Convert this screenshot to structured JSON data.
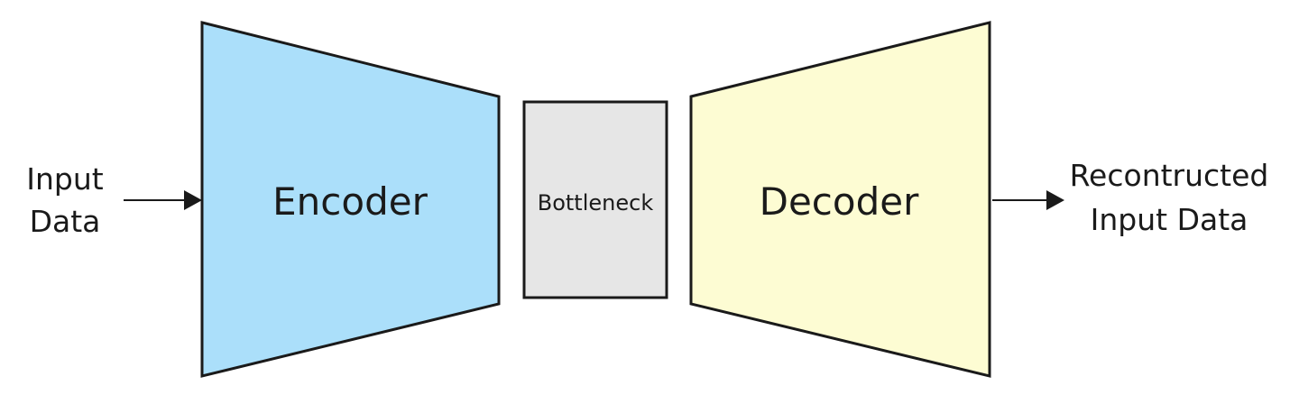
{
  "input": {
    "lines": [
      "Input",
      "Data"
    ]
  },
  "encoder": {
    "label": "Encoder",
    "fill": "#abdffa"
  },
  "bottleneck": {
    "label": "Bottleneck",
    "fill": "#e6e6e6"
  },
  "decoder": {
    "label": "Decoder",
    "fill": "#fdfcd3"
  },
  "output": {
    "lines": [
      "Recontructed",
      "Input Data"
    ]
  },
  "colors": {
    "stroke": "#1a1a1a",
    "arrow": "#1a1a1a"
  }
}
